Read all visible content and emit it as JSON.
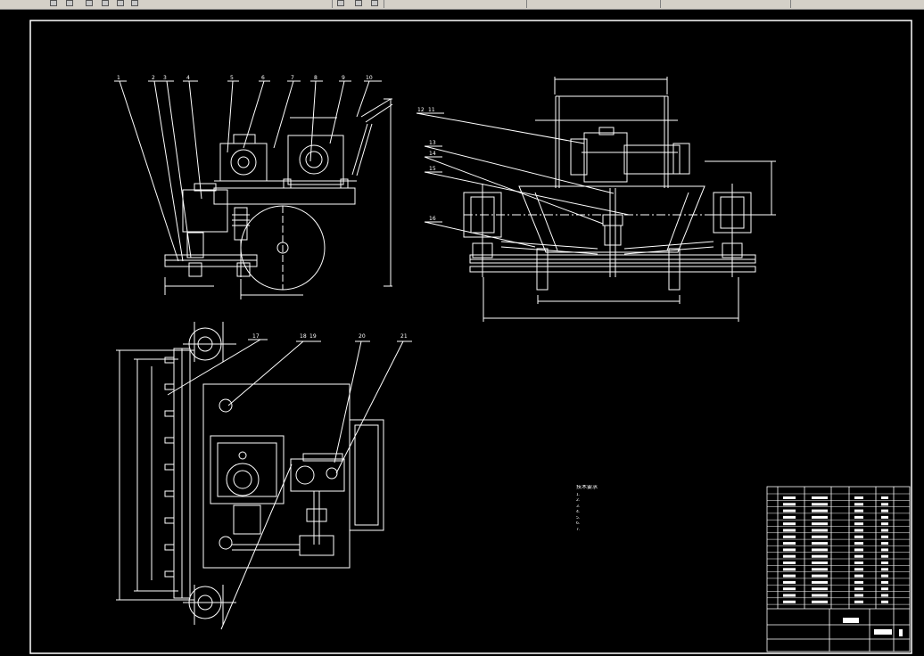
{
  "toolbar": {
    "tabs": [
      "",
      "",
      "",
      ""
    ],
    "icons": [
      "layers-icon",
      "gear-icon",
      "file-icon",
      "layer-icon",
      "pen-icon",
      "save-icon"
    ]
  },
  "drawing": {
    "background": "#000000",
    "line_color": "#ffffff",
    "part_labels": [
      "1",
      "2",
      "3",
      "4",
      "5",
      "6",
      "7",
      "8",
      "9",
      "10",
      "11",
      "12",
      "13",
      "14",
      "15",
      "16",
      "17",
      "18",
      "19",
      "20",
      "21"
    ],
    "notes": {
      "title": "技术要求",
      "items": [
        "1.",
        "2.",
        "3.",
        "4.",
        "5.",
        "6.",
        "7."
      ]
    },
    "title_block": {
      "drawing_name": "",
      "name_cell": ""
    }
  }
}
